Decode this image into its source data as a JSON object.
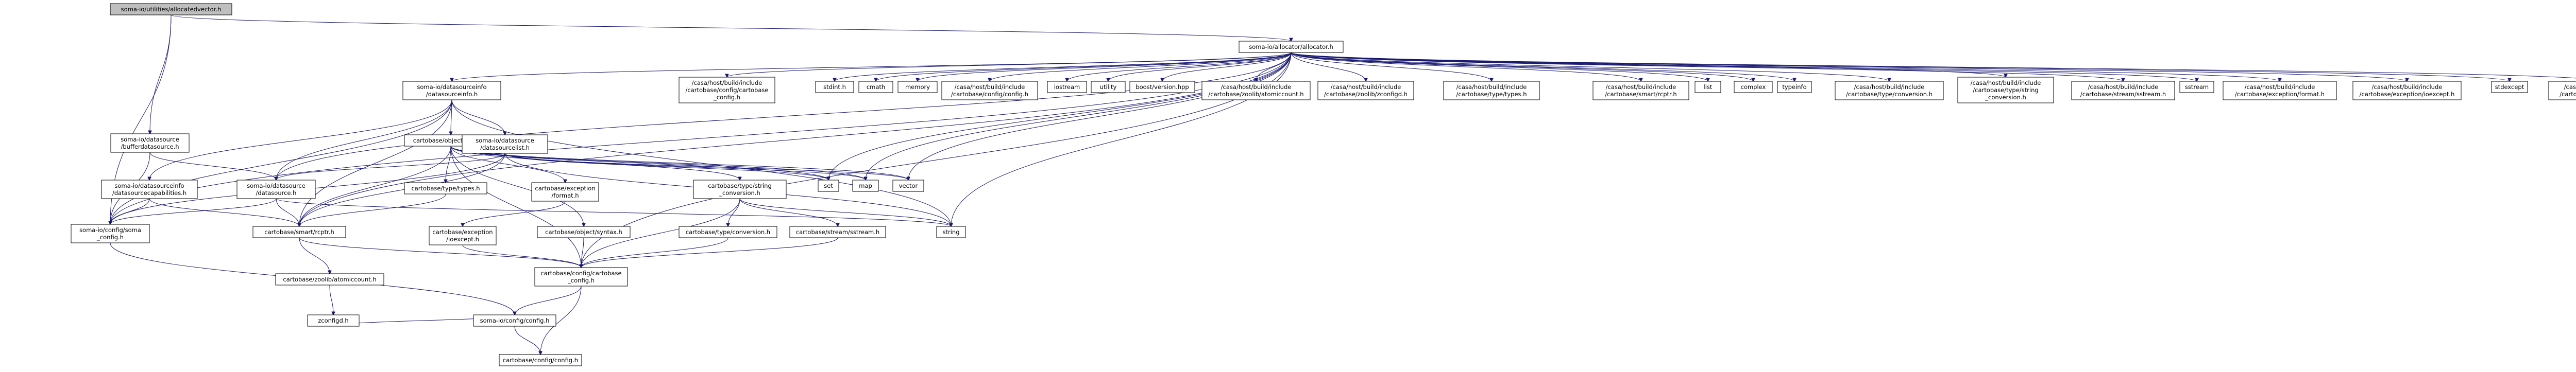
{
  "graph": {
    "nodes": [
      {
        "id": "root",
        "lines": [
          "soma-io/utilities/allocatedvector.h"
        ],
        "root": true
      },
      {
        "id": "allocator",
        "lines": [
          "soma-io/allocator/allocator.h"
        ]
      },
      {
        "id": "bufferds",
        "lines": [
          "soma-io/datasource",
          "/bufferdatasource.h"
        ]
      },
      {
        "id": "dsinfo",
        "lines": [
          "soma-io/datasourceinfo",
          "/datasourceinfo.h"
        ]
      },
      {
        "id": "ext_cfgcarto",
        "lines": [
          "/casa/host/build/include",
          "/cartobase/config/cartobase",
          "_config.h"
        ]
      },
      {
        "id": "stdint",
        "lines": [
          "stdint.h"
        ]
      },
      {
        "id": "cmath",
        "lines": [
          "cmath"
        ]
      },
      {
        "id": "memory",
        "lines": [
          "memory"
        ]
      },
      {
        "id": "ext_cfgconfig",
        "lines": [
          "/casa/host/build/include",
          "/cartobase/config/config.h"
        ]
      },
      {
        "id": "iostream",
        "lines": [
          "iostream"
        ]
      },
      {
        "id": "utility",
        "lines": [
          "utility"
        ]
      },
      {
        "id": "boost",
        "lines": [
          "boost/version.hpp"
        ]
      },
      {
        "id": "ext_atomic",
        "lines": [
          "/casa/host/build/include",
          "/cartobase/zoolib/atomiccount.h"
        ]
      },
      {
        "id": "ext_zconfig",
        "lines": [
          "/casa/host/build/include",
          "/cartobase/zoolib/zconfigd.h"
        ]
      },
      {
        "id": "ext_types",
        "lines": [
          "/casa/host/build/include",
          "/cartobase/type/types.h"
        ]
      },
      {
        "id": "ext_rcptr",
        "lines": [
          "/casa/host/build/include",
          "/cartobase/smart/rcptr.h"
        ]
      },
      {
        "id": "list",
        "lines": [
          "list"
        ]
      },
      {
        "id": "complex",
        "lines": [
          "complex"
        ]
      },
      {
        "id": "typeinfo",
        "lines": [
          "typeinfo"
        ]
      },
      {
        "id": "ext_conversion",
        "lines": [
          "/casa/host/build/include",
          "/cartobase/type/conversion.h"
        ]
      },
      {
        "id": "ext_strconv",
        "lines": [
          "/casa/host/build/include",
          "/cartobase/type/string",
          "_conversion.h"
        ]
      },
      {
        "id": "ext_sstream",
        "lines": [
          "/casa/host/build/include",
          "/cartobase/stream/sstream.h"
        ]
      },
      {
        "id": "sstream",
        "lines": [
          "sstream"
        ]
      },
      {
        "id": "ext_format",
        "lines": [
          "/casa/host/build/include",
          "/cartobase/exception/format.h"
        ]
      },
      {
        "id": "ext_ioexcept",
        "lines": [
          "/casa/host/build/include",
          "/cartobase/exception/ioexcept.h"
        ]
      },
      {
        "id": "stdexcept",
        "lines": [
          "stdexcept"
        ]
      },
      {
        "id": "ext_syntax",
        "lines": [
          "/casa/host/build/include",
          "/cartobase/object/syntax.h"
        ]
      },
      {
        "id": "dscaps",
        "lines": [
          "soma-io/datasourceinfo",
          "/datasourcecapabilities.h"
        ]
      },
      {
        "id": "datasource",
        "lines": [
          "soma-io/datasource",
          "/datasource.h"
        ]
      },
      {
        "id": "object",
        "lines": [
          "cartobase/object/object.h"
        ]
      },
      {
        "id": "dslist",
        "lines": [
          "soma-io/datasource",
          "/datasourcelist.h"
        ]
      },
      {
        "id": "somacfg",
        "lines": [
          "soma-io/config/soma",
          "_config.h"
        ]
      },
      {
        "id": "typetypes",
        "lines": [
          "cartobase/type/types.h"
        ]
      },
      {
        "id": "exformat",
        "lines": [
          "cartobase/exception",
          "/format.h"
        ]
      },
      {
        "id": "strconv",
        "lines": [
          "cartobase/type/string",
          "_conversion.h"
        ]
      },
      {
        "id": "set",
        "lines": [
          "set"
        ]
      },
      {
        "id": "map",
        "lines": [
          "map"
        ]
      },
      {
        "id": "vector",
        "lines": [
          "vector"
        ]
      },
      {
        "id": "rcptr",
        "lines": [
          "cartobase/smart/rcptr.h"
        ]
      },
      {
        "id": "ioexcept",
        "lines": [
          "cartobase/exception",
          "/ioexcept.h"
        ]
      },
      {
        "id": "syntax",
        "lines": [
          "cartobase/object/syntax.h"
        ]
      },
      {
        "id": "conversion",
        "lines": [
          "cartobase/type/conversion.h"
        ]
      },
      {
        "id": "sstreamh",
        "lines": [
          "cartobase/stream/sstream.h"
        ]
      },
      {
        "id": "string",
        "lines": [
          "string"
        ]
      },
      {
        "id": "atomic",
        "lines": [
          "cartobase/zoolib/atomiccount.h"
        ]
      },
      {
        "id": "cartocfg",
        "lines": [
          "cartobase/config/cartobase",
          "_config.h"
        ]
      },
      {
        "id": "zconfig",
        "lines": [
          "zconfigd.h"
        ]
      },
      {
        "id": "somaconfig",
        "lines": [
          "soma-io/config/config.h"
        ]
      },
      {
        "id": "cartoconfig",
        "lines": [
          "cartobase/config/config.h"
        ]
      }
    ],
    "edges": [
      [
        "root",
        "allocator"
      ],
      [
        "root",
        "bufferds"
      ],
      [
        "root",
        "somacfg"
      ],
      [
        "allocator",
        "dsinfo"
      ],
      [
        "allocator",
        "ext_cfgcarto"
      ],
      [
        "allocator",
        "stdint"
      ],
      [
        "allocator",
        "cmath"
      ],
      [
        "allocator",
        "memory"
      ],
      [
        "allocator",
        "ext_cfgconfig"
      ],
      [
        "allocator",
        "iostream"
      ],
      [
        "allocator",
        "utility"
      ],
      [
        "allocator",
        "boost"
      ],
      [
        "allocator",
        "ext_atomic"
      ],
      [
        "allocator",
        "ext_zconfig"
      ],
      [
        "allocator",
        "ext_types"
      ],
      [
        "allocator",
        "ext_rcptr"
      ],
      [
        "allocator",
        "list"
      ],
      [
        "allocator",
        "complex"
      ],
      [
        "allocator",
        "typeinfo"
      ],
      [
        "allocator",
        "ext_conversion"
      ],
      [
        "allocator",
        "ext_strconv"
      ],
      [
        "allocator",
        "ext_sstream"
      ],
      [
        "allocator",
        "sstream"
      ],
      [
        "allocator",
        "ext_format"
      ],
      [
        "allocator",
        "ext_ioexcept"
      ],
      [
        "allocator",
        "stdexcept"
      ],
      [
        "allocator",
        "ext_syntax"
      ],
      [
        "allocator",
        "datasource"
      ],
      [
        "allocator",
        "somacfg"
      ],
      [
        "allocator",
        "rcptr"
      ],
      [
        "allocator",
        "set"
      ],
      [
        "allocator",
        "map"
      ],
      [
        "allocator",
        "vector"
      ],
      [
        "allocator",
        "string"
      ],
      [
        "allocator",
        "cartocfg"
      ],
      [
        "bufferds",
        "datasource"
      ],
      [
        "bufferds",
        "somacfg"
      ],
      [
        "dsinfo",
        "object"
      ],
      [
        "dsinfo",
        "dslist"
      ],
      [
        "dsinfo",
        "dscaps"
      ],
      [
        "dsinfo",
        "datasource"
      ],
      [
        "dsinfo",
        "somacfg"
      ],
      [
        "dsinfo",
        "rcptr"
      ],
      [
        "dsinfo",
        "string"
      ],
      [
        "dscaps",
        "somacfg"
      ],
      [
        "dscaps",
        "rcptr"
      ],
      [
        "datasource",
        "somacfg"
      ],
      [
        "datasource",
        "rcptr"
      ],
      [
        "datasource",
        "string"
      ],
      [
        "object",
        "typetypes"
      ],
      [
        "object",
        "exformat"
      ],
      [
        "object",
        "syntax"
      ],
      [
        "object",
        "strconv"
      ],
      [
        "object",
        "rcptr"
      ],
      [
        "object",
        "set"
      ],
      [
        "object",
        "map"
      ],
      [
        "object",
        "vector"
      ],
      [
        "object",
        "cartocfg"
      ],
      [
        "dslist",
        "datasource"
      ],
      [
        "dslist",
        "somacfg"
      ],
      [
        "dslist",
        "rcptr"
      ],
      [
        "dslist",
        "set"
      ],
      [
        "dslist",
        "map"
      ],
      [
        "dslist",
        "vector"
      ],
      [
        "dslist",
        "string"
      ],
      [
        "somacfg",
        "somaconfig"
      ],
      [
        "typetypes",
        "rcptr"
      ],
      [
        "exformat",
        "ioexcept"
      ],
      [
        "strconv",
        "conversion"
      ],
      [
        "strconv",
        "sstreamh"
      ],
      [
        "strconv",
        "string"
      ],
      [
        "strconv",
        "cartocfg"
      ],
      [
        "rcptr",
        "atomic"
      ],
      [
        "rcptr",
        "cartocfg"
      ],
      [
        "ioexcept",
        "cartocfg"
      ],
      [
        "syntax",
        "cartocfg"
      ],
      [
        "conversion",
        "cartocfg"
      ],
      [
        "sstreamh",
        "cartocfg"
      ],
      [
        "atomic",
        "zconfig"
      ],
      [
        "zconfig",
        "somaconfig"
      ],
      [
        "cartocfg",
        "somaconfig"
      ],
      [
        "cartocfg",
        "cartoconfig"
      ],
      [
        "somaconfig",
        "cartoconfig"
      ]
    ]
  }
}
